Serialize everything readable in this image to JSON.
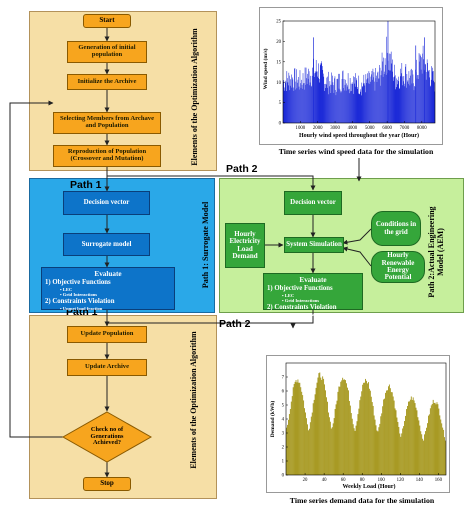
{
  "panels": {
    "top_label": "Elements of the Optimization Algorithm",
    "bottom_label": "Elements of the Optimization Algorithm",
    "surrogate_label": "Path 1: Surrogate Model",
    "aem_label": "Path 2:Actual Engineering Model (AEM)"
  },
  "nodes": {
    "start": "Start",
    "generation": "Generation of initial population",
    "init_archive": "Initialize the Archive",
    "selecting": "Selecting Members from Archave and Population",
    "reproduction": "Reproduction of Population (Crossover and Mutation)",
    "decision_vector_1": "Decision vector",
    "surrogate_model": "Surrogate model",
    "decision_vector_2": "Decision vector",
    "system_simulation": "System Simulation",
    "hourly_load": "Hourly Electricity Load Demand",
    "conditions_grid": "Conditions in the grid",
    "renewable": "Hourly Renewable Energy Potential",
    "update_population": "Update Population",
    "update_archive": "Update Archive",
    "check": "Check no of Generations Achieved?",
    "stop": "Stop"
  },
  "evaluate": {
    "title": "Evaluate",
    "objectives": "1) Objective Functions",
    "obj_items": [
      "LEC",
      "Grid Interactions"
    ],
    "constraints": "2) Constraints Violation",
    "con_items": [
      "Unmet load fraction"
    ]
  },
  "paths": {
    "path1_top": "Path 1",
    "path2_top": "Path 2",
    "path1_bottom": "Path 1",
    "path2_bottom": "Path 2"
  },
  "captions": {
    "wind": "Time series wind speed data for the simulation",
    "demand": "Time series demand data for the simulation"
  },
  "colors": {
    "orange_panel": "#f6dfa6",
    "orange_box": "#f7a51e",
    "blue_panel": "#2aa8e8",
    "blue_box": "#0d74c9",
    "green_panel": "#c6ef9c",
    "green_box": "#35a63a",
    "wind_series": "#1d2bd8",
    "demand_series": "#9a8a00"
  },
  "chart_data": [
    {
      "type": "bar",
      "xlabel": "Hourly wind speed throughout the year (Hour)",
      "ylabel": "Wind speed (m/s)",
      "xticks": [
        1000,
        2000,
        3000,
        4000,
        5000,
        6000,
        7000,
        8000
      ],
      "yticks": [
        0,
        5,
        10,
        15,
        20,
        25
      ],
      "xlim": [
        0,
        8760
      ],
      "ylim": [
        0,
        25
      ],
      "envelope_x": [
        0,
        500,
        1000,
        1500,
        2000,
        2500,
        3000,
        3500,
        4000,
        4500,
        5000,
        5500,
        6000,
        6500,
        7000,
        7500,
        8000,
        8500,
        8760
      ],
      "envelope_y": [
        13,
        14,
        13,
        15,
        17,
        13,
        12,
        14,
        13,
        12,
        13,
        14,
        22,
        14,
        16,
        13,
        20,
        15,
        13
      ],
      "peaks_x": [
        1750,
        6050,
        7650,
        8150
      ],
      "peaks_y": [
        21,
        25,
        19,
        21
      ]
    },
    {
      "type": "bar",
      "xlabel": "Weekly Load (Hour)",
      "ylabel": "Demand (kWh)",
      "xticks": [
        20,
        40,
        60,
        80,
        100,
        120,
        140,
        160
      ],
      "yticks": [
        0,
        1,
        2,
        3,
        4,
        5,
        6,
        7
      ],
      "xlim": [
        0,
        168
      ],
      "ylim": [
        0,
        8
      ],
      "day_peaks": [
        7.1,
        7.4,
        7.3,
        7.0,
        6.6,
        5.7,
        5.5
      ]
    }
  ]
}
